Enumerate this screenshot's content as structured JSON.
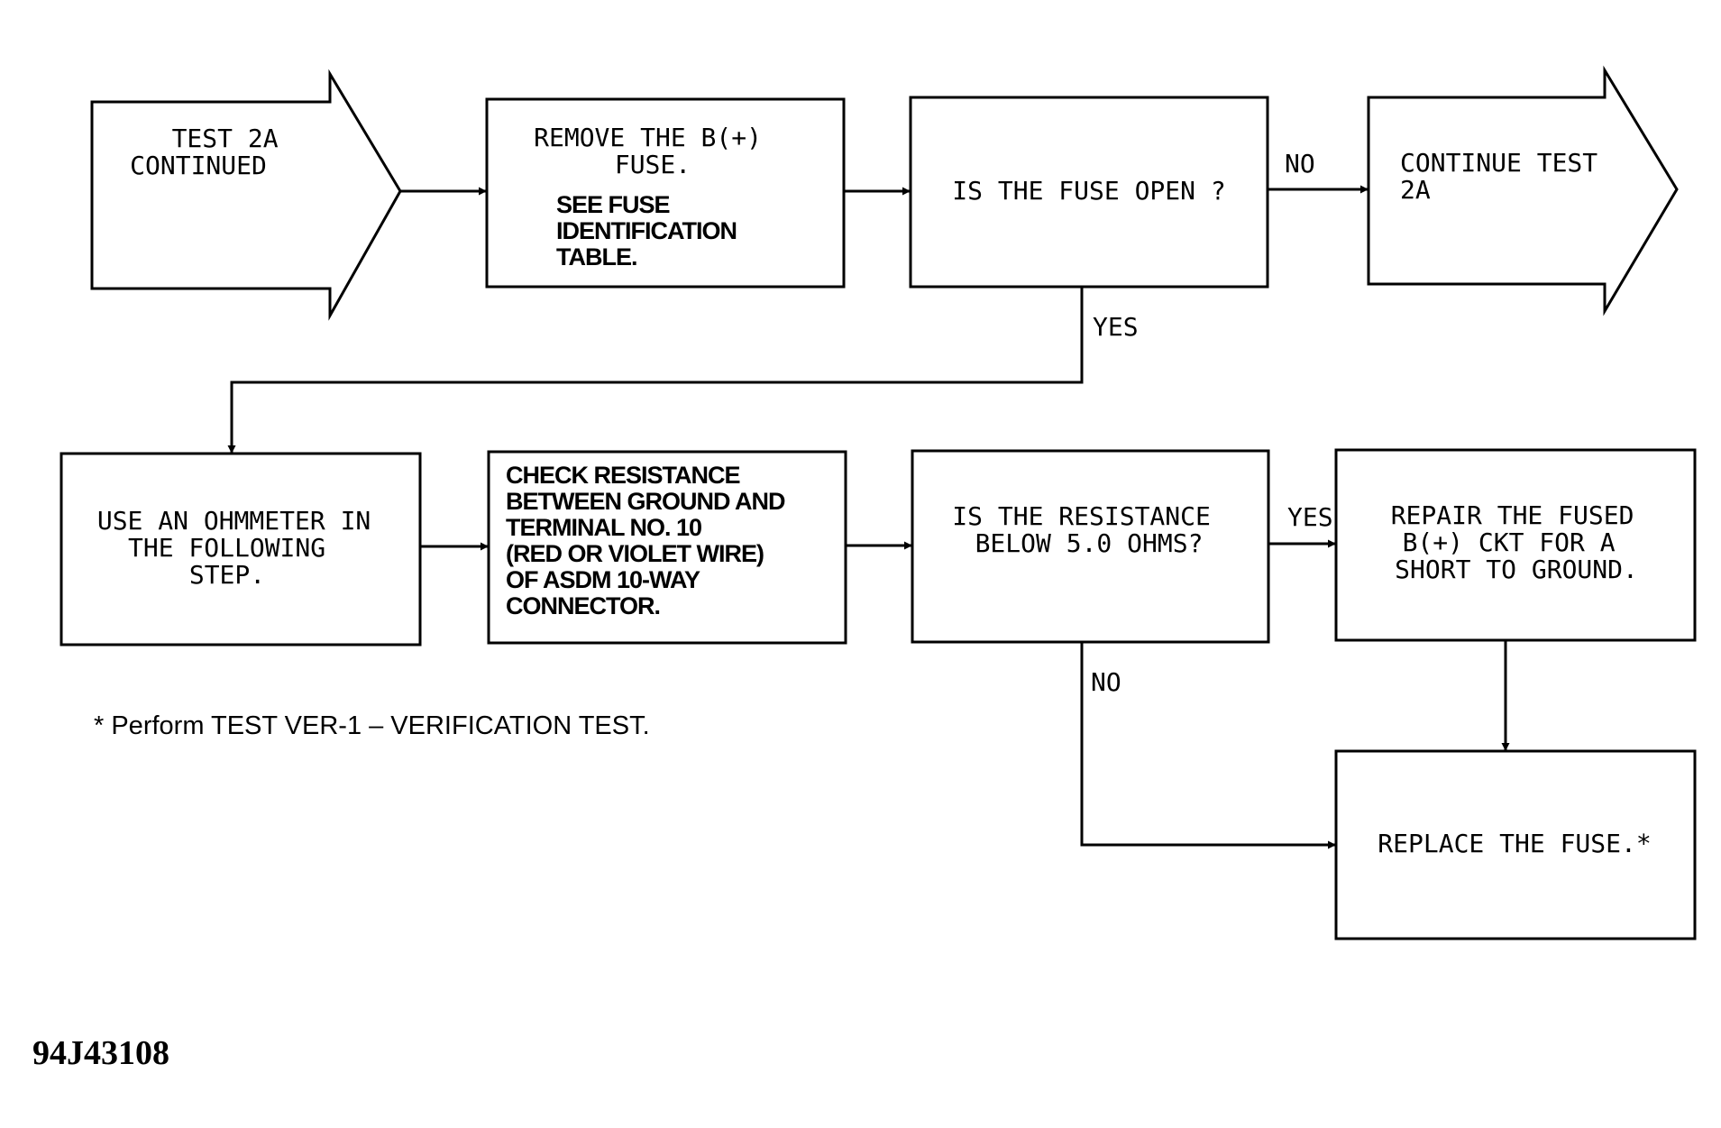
{
  "blocks": {
    "test2a_start": [
      "TEST 2A",
      "CONTINUED"
    ],
    "remove_fuse": [
      "REMOVE THE B(+)",
      "FUSE."
    ],
    "remove_fuse_note": [
      "SEE FUSE",
      "IDENTIFICATION",
      "TABLE."
    ],
    "fuse_open": [
      "IS THE FUSE OPEN ?"
    ],
    "continue_test": [
      "CONTINUE TEST",
      "2A"
    ],
    "use_ohmmeter": [
      "USE AN OHMMETER IN",
      "THE FOLLOWING",
      "STEP."
    ],
    "check_resistance": [
      "CHECK RESISTANCE",
      "BETWEEN GROUND AND",
      "TERMINAL NO. 10",
      "(RED OR VIOLET WIRE)",
      "OF ASDM 10-WAY",
      "CONNECTOR."
    ],
    "resistance_q": [
      "IS THE RESISTANCE",
      "BELOW 5.0 OHMS?"
    ],
    "repair": [
      "REPAIR THE FUSED",
      "B(+) CKT FOR A",
      "SHORT TO GROUND."
    ],
    "replace": [
      "REPLACE THE FUSE.*"
    ]
  },
  "labels": {
    "no_1": "NO",
    "yes_1": "YES",
    "yes_2": "YES",
    "no_2": "NO"
  },
  "footnote": "* Perform TEST VER-1 – VERIFICATION TEST.",
  "figure_id": "94J43108"
}
